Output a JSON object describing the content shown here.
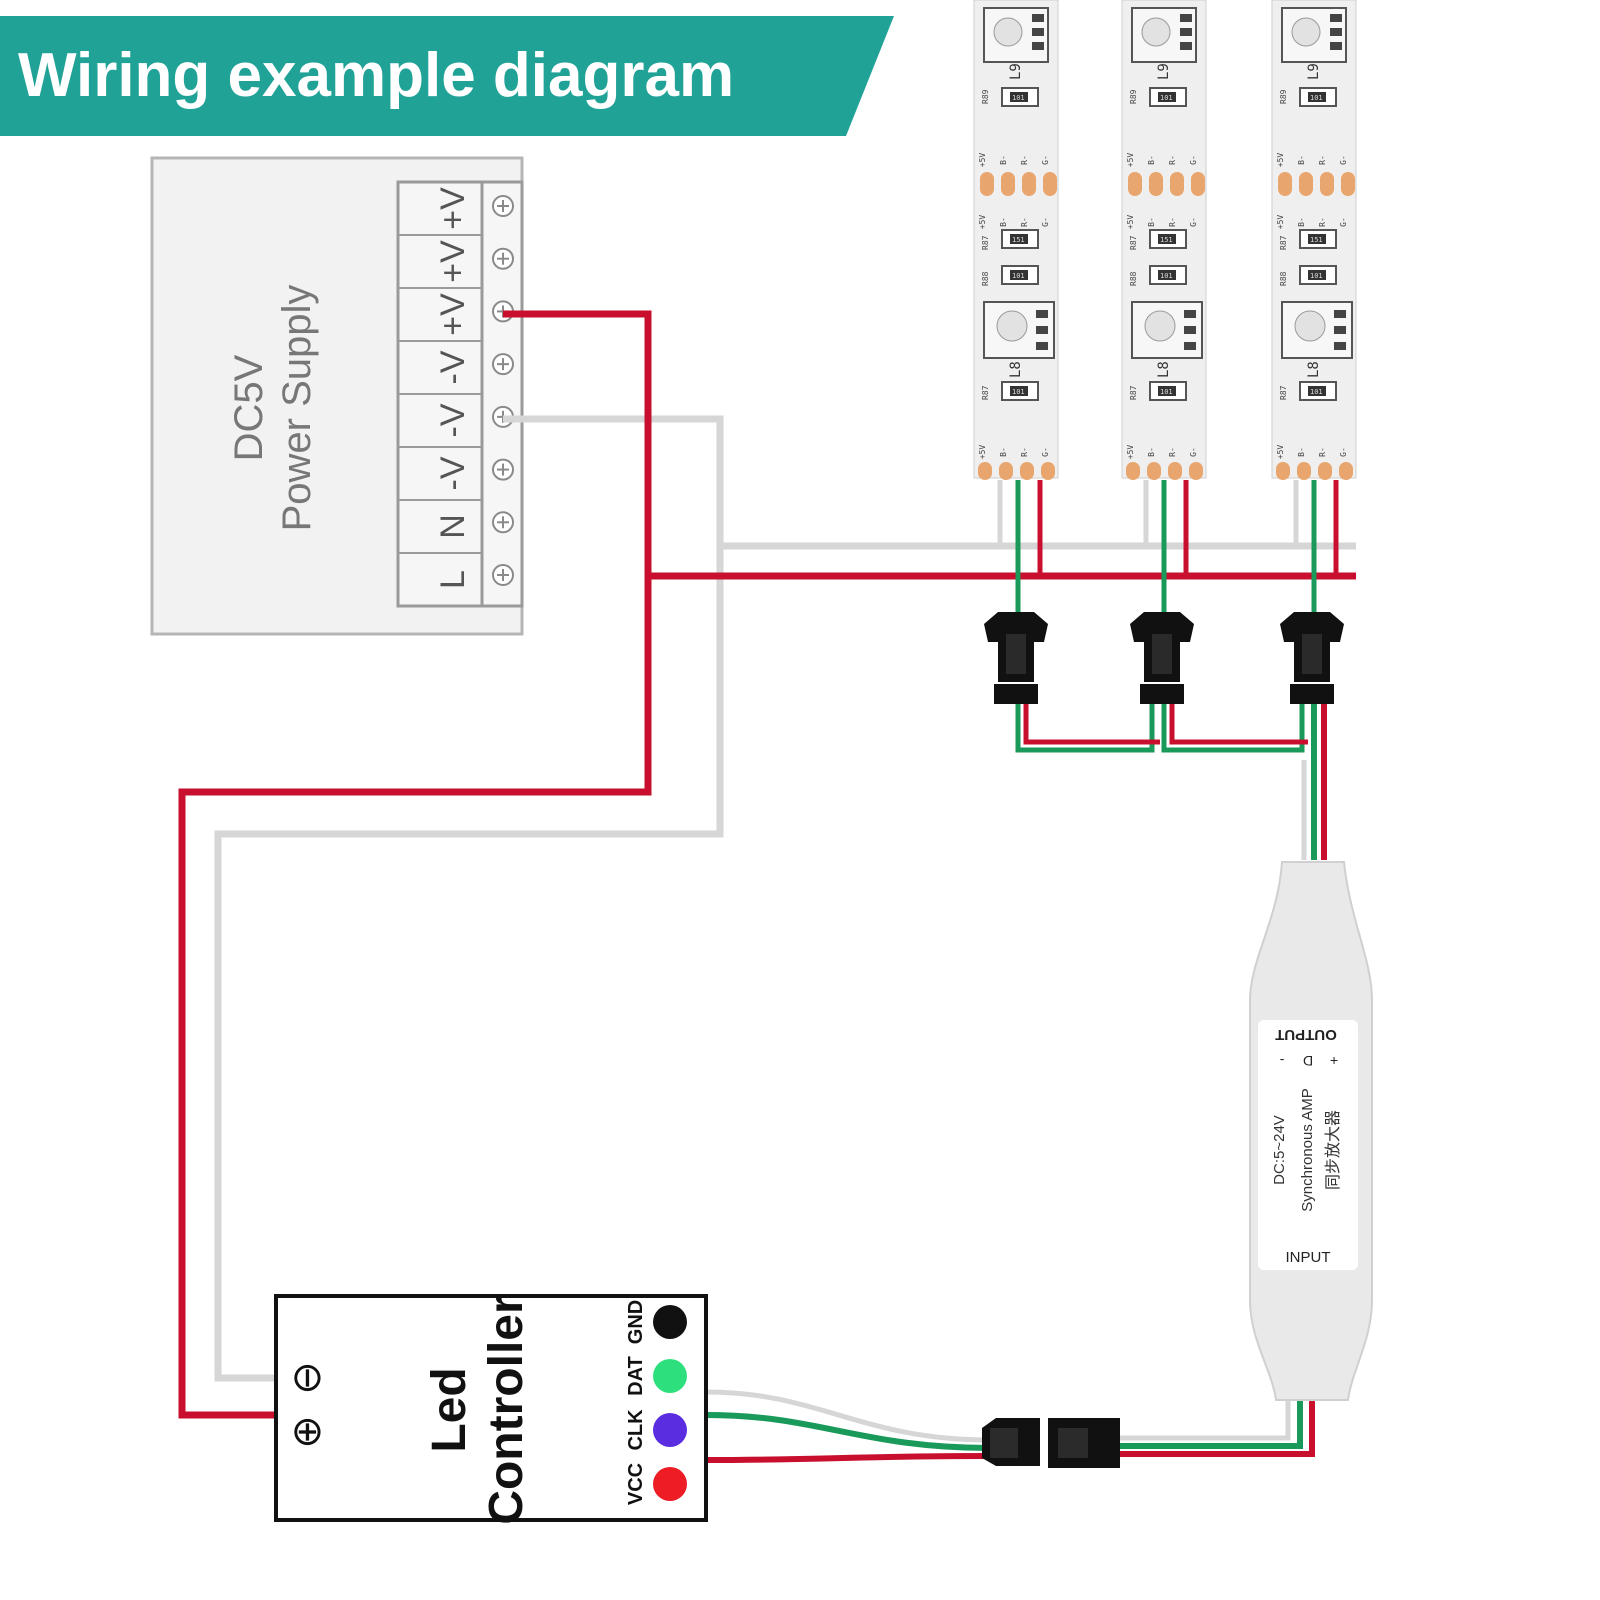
{
  "banner": {
    "title": "Wiring example diagram",
    "color": "#20a297"
  },
  "power_supply": {
    "line1": "DC5V",
    "line2": "Power Supply",
    "terminals": [
      "L",
      "N",
      "-V",
      "-V",
      "-V",
      "+V",
      "+V",
      "+V"
    ]
  },
  "led_strips": {
    "count": 3,
    "pad_labels": [
      "+5V",
      "B-",
      "R-",
      "G-"
    ],
    "led_labels": [
      "L9",
      "L8"
    ],
    "resistor_labels": [
      "R89",
      "R88",
      "R87"
    ],
    "resistor_codes": [
      "101",
      "151"
    ]
  },
  "amplifier": {
    "output_label": "OUTPUT",
    "output_pins": [
      "-",
      "D",
      "+"
    ],
    "spec": "DC:5~24V",
    "name": "Synchronous AMP",
    "name_cn": "同步放大器",
    "input_label": "INPUT"
  },
  "controller": {
    "line1": "Led",
    "line2": "Controller",
    "minus_symbol": "⊖",
    "plus_symbol": "⊕",
    "pins": [
      {
        "label": "GND",
        "color": "#111111"
      },
      {
        "label": "DAT",
        "color": "#2ee07d"
      },
      {
        "label": "CLK",
        "color": "#5a2ee0"
      },
      {
        "label": "VCC",
        "color": "#ee1c24"
      }
    ]
  },
  "wire_colors": {
    "positive": "#c8102e",
    "negative": "#d9d9d9",
    "data": "#1a9a5a"
  }
}
